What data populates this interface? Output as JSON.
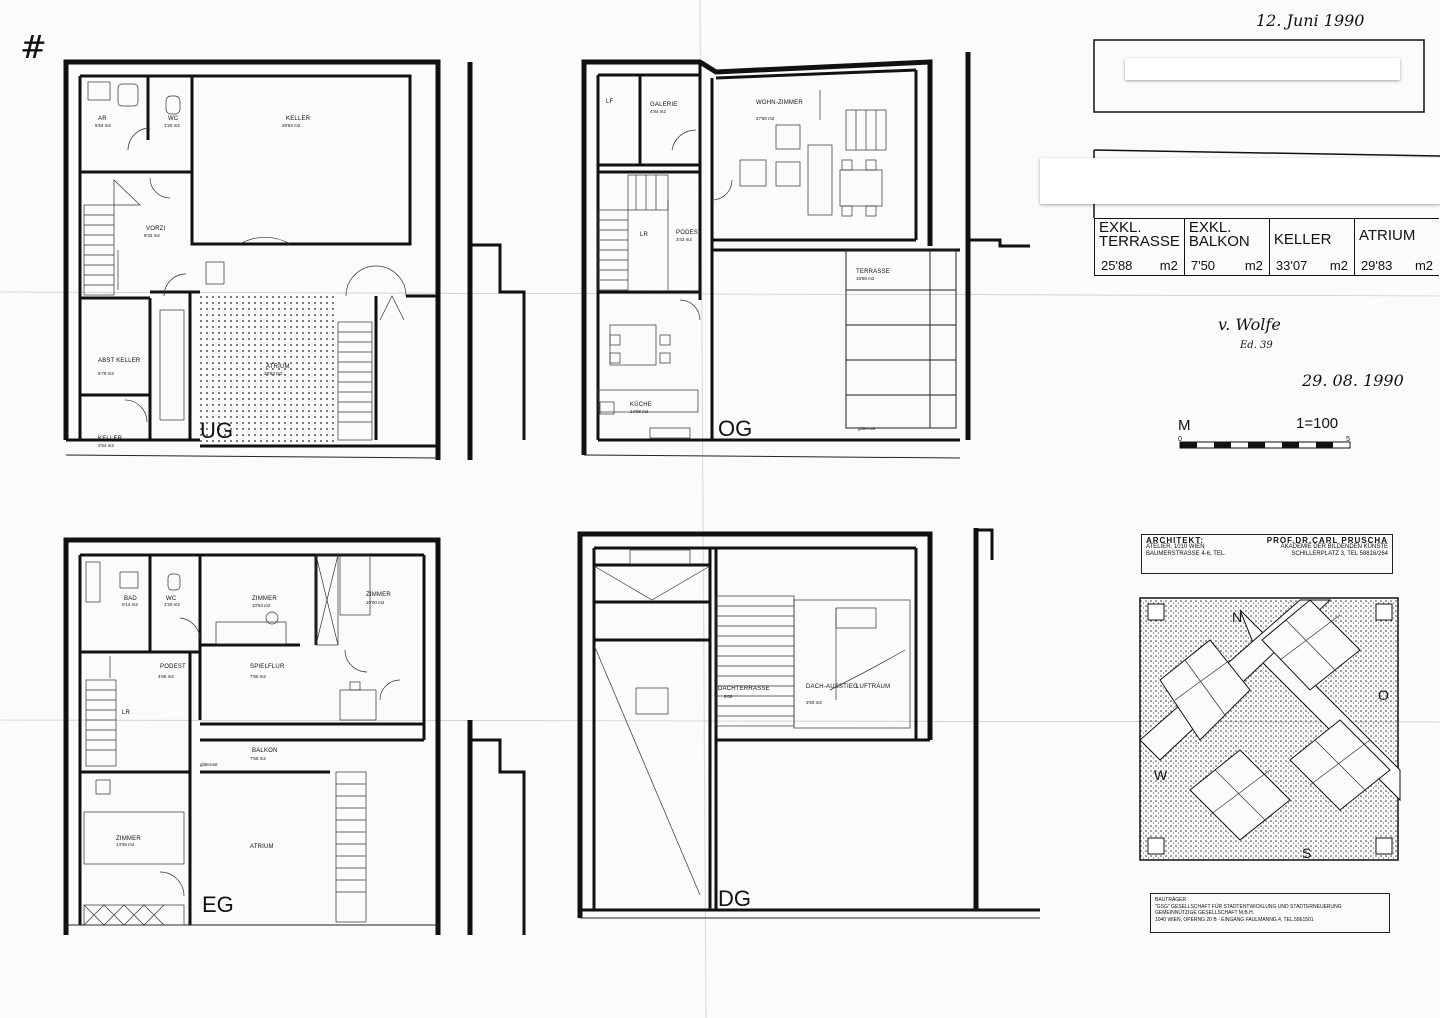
{
  "corner_mark": "#",
  "date_top": "12. Juni 1990",
  "date_bottom": "29. 08. 1990",
  "signature": "v. Wolfe",
  "signature_sub": "Ed. 39",
  "info_table": [
    {
      "header": "EXKL.\nTERRASSE",
      "value": "25'88",
      "unit": "m2"
    },
    {
      "header": "EXKL.\nBALKON",
      "value": "7'50",
      "unit": "m2"
    },
    {
      "header": "KELLER",
      "value": "33'07",
      "unit": "m2"
    },
    {
      "header": "ATRIUM",
      "value": "29'83",
      "unit": "m2"
    }
  ],
  "scale": {
    "label": "M",
    "ratio": "1=100",
    "start": "0",
    "end": "5"
  },
  "floors": {
    "ug": {
      "label": "UG",
      "rooms": [
        {
          "name": "AR",
          "area": "5'54 m2"
        },
        {
          "name": "WC",
          "area": "1'20 m2"
        },
        {
          "name": "KELLER",
          "area": "29'53 m2"
        },
        {
          "name": "VORZI",
          "area": "8'32 m2"
        },
        {
          "name": "ABST KELLER",
          "area": "5'79 m2"
        },
        {
          "name": "ATRIUM",
          "area": "29'83 m2"
        },
        {
          "name": "KELLER",
          "area": "3'54 m2"
        }
      ]
    },
    "og": {
      "label": "OG",
      "rooms": [
        {
          "name": "LF",
          "area": ""
        },
        {
          "name": "GALERIE",
          "area": "4'84 m2"
        },
        {
          "name": "WOHN-ZIMMER",
          "area": "27'60 m2"
        },
        {
          "name": "LR",
          "area": ""
        },
        {
          "name": "PODEST",
          "area": "3'43 m2"
        },
        {
          "name": "TERRASSE",
          "area": "16'88 m2"
        },
        {
          "name": "KÜCHE",
          "area": "14'08 m2"
        }
      ],
      "note": "gitterrost"
    },
    "eg": {
      "label": "EG",
      "rooms": [
        {
          "name": "BAD",
          "area": "5'14 m2"
        },
        {
          "name": "WC",
          "area": "1'20 m2"
        },
        {
          "name": "ZIMMER",
          "area": "10'53 m2"
        },
        {
          "name": "ZIMMER",
          "area": "10'00 m2"
        },
        {
          "name": "PODEST",
          "area": "4'66 m2"
        },
        {
          "name": "SPIELFLUR",
          "area": "7'80 m2"
        },
        {
          "name": "LR",
          "area": ""
        },
        {
          "name": "BALKON",
          "area": "7'50 m2"
        },
        {
          "name": "ZIMMER",
          "area": "14'08 m2"
        },
        {
          "name": "ATRIUM",
          "area": ""
        }
      ],
      "note": "gitterrost"
    },
    "dg": {
      "label": "DG",
      "rooms": [
        {
          "name": "DACHTERRASSE",
          "area": "9'00"
        },
        {
          "name": "DACH-AUSSTIEG",
          "area": "3'50 m2"
        },
        {
          "name": "LUFTRAUM",
          "area": ""
        }
      ]
    }
  },
  "architect": {
    "label": "ARCHITEKT:",
    "name": "PROF.DR.CARL PRUSCHA",
    "line1_left": "ATELIER, 1010 WIEN",
    "line1_right": "AKADEMIE DER BILDENDEN KÜNSTE",
    "line2_left": "BAUMERSTRASSE 4-6, TEL.",
    "line2_right": "SCHILLERPLATZ 3, TEL 58816/264"
  },
  "compass": {
    "n": "N",
    "o": "O",
    "s": "S",
    "w": "W"
  },
  "bautraeger": {
    "label": "BAUTRÄGER",
    "line1": "\"GSG\" GESELLSCHAFT FÜR STADTENTWICKLUNG UND STADTERNEUERUNG",
    "line2": "GEMEINNÜTZIGE GESELLSCHAFT M.B.H.",
    "line3": "1040 WIEN, OPERNG 20 B - EINGANG FAULMANNG.4, TEL.5861501"
  }
}
